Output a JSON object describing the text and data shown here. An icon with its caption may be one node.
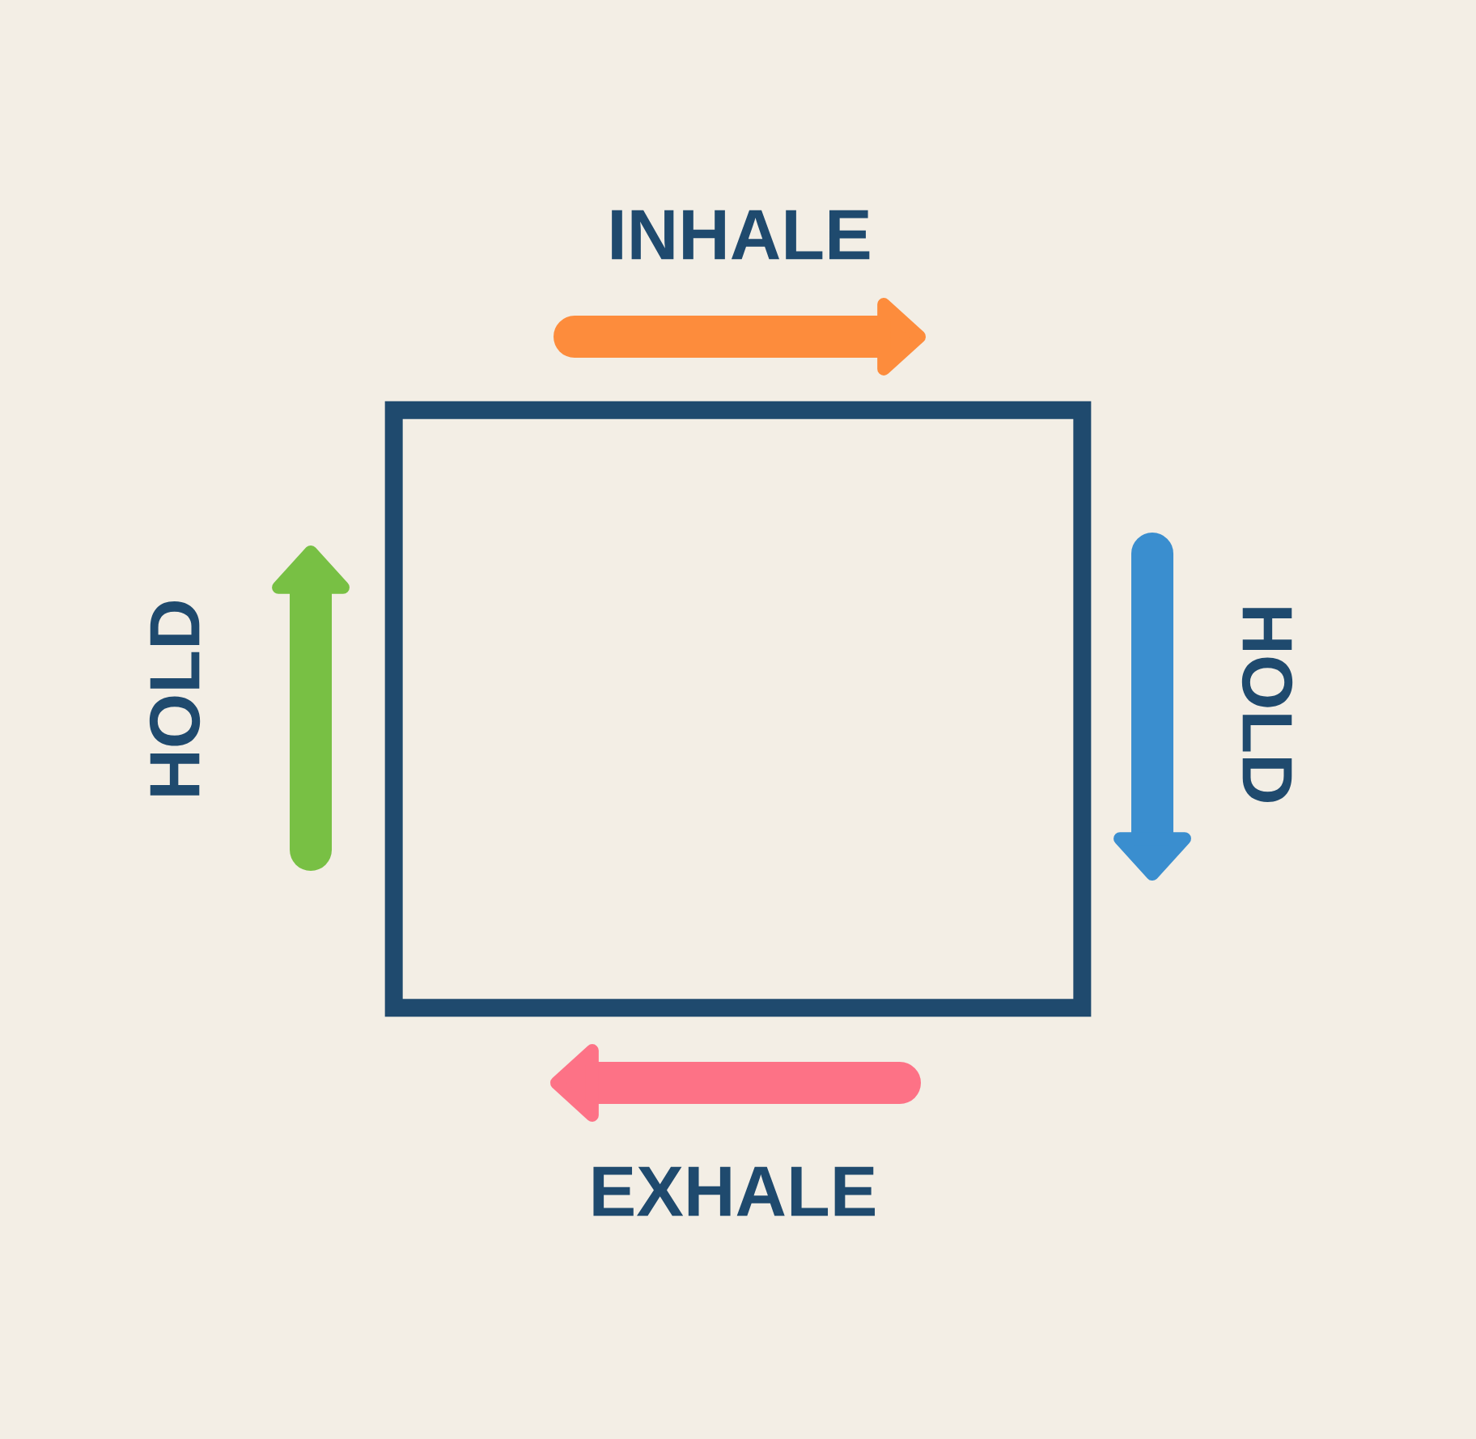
{
  "diagram": {
    "nodes": [
      {
        "text": [],
        "shape": "box"
      }
    ],
    "labels": [
      "INHALE",
      "HOLD",
      "HOLD",
      "EXHALE"
    ]
  }
}
